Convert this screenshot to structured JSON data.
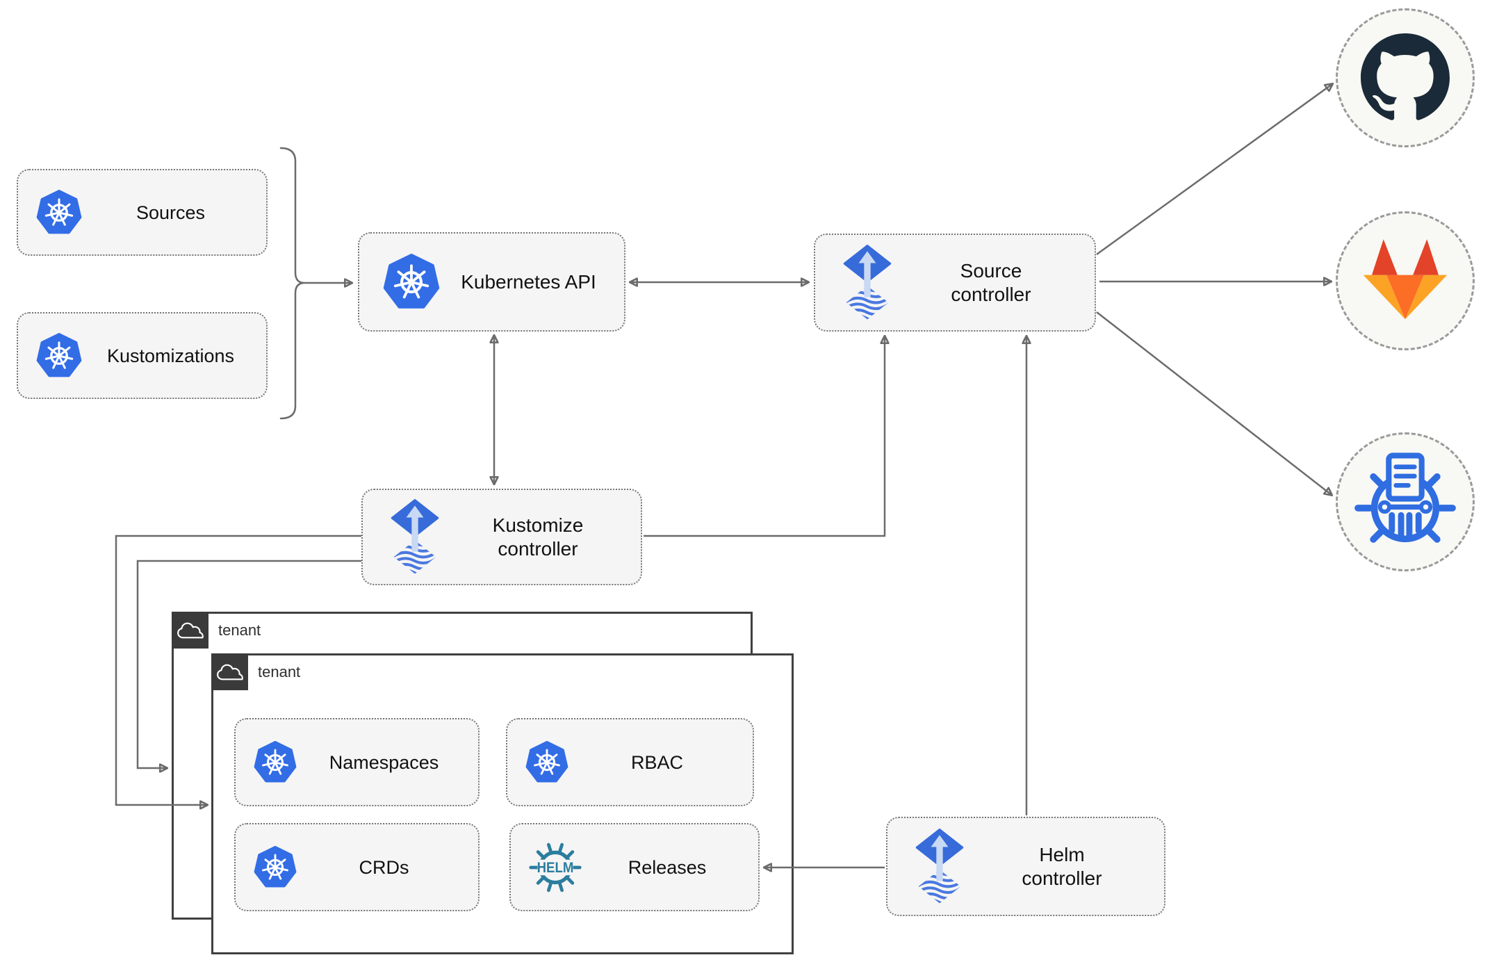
{
  "nodes": {
    "sources": {
      "label": "Sources"
    },
    "kustomizations": {
      "label": "Kustomizations"
    },
    "kubernetes_api": {
      "label": "Kubernetes API"
    },
    "source_controller": {
      "label": "Source\ncontroller"
    },
    "kustomize_controller": {
      "label": "Kustomize\ncontroller"
    },
    "helm_controller": {
      "label": "Helm\ncontroller"
    },
    "tenant_outer": {
      "label": "tenant"
    },
    "tenant_inner": {
      "label": "tenant"
    },
    "namespaces": {
      "label": "Namespaces"
    },
    "rbac": {
      "label": "RBAC"
    },
    "crds": {
      "label": "CRDs"
    },
    "releases": {
      "label": "Releases"
    }
  },
  "icons": {
    "helm_wordmark": "HELM",
    "kubernetes": "kubernetes-wheel-icon",
    "flux": "flux-diamond-arrow-icon",
    "github": "github-octocat-icon",
    "gitlab": "gitlab-tanuki-icon",
    "chartmuseum": "chartmuseum-wheel-icon",
    "cloud": "cloud-icon"
  },
  "colors": {
    "kubernetes_blue": "#326de6",
    "flux_blue": "#366bd9",
    "flux_arrow_light": "#c9d9f4",
    "helm_teal": "#2b7d9e",
    "chartmuseum_blue": "#2f6de1",
    "github_dark": "#1b2a38",
    "gitlab_red": "#e24329",
    "gitlab_orange": "#fc6d26",
    "gitlab_amber": "#fca326",
    "edge_gray": "#6b6b6b",
    "node_fill": "#f5f5f5",
    "tenant_border": "#404040"
  }
}
